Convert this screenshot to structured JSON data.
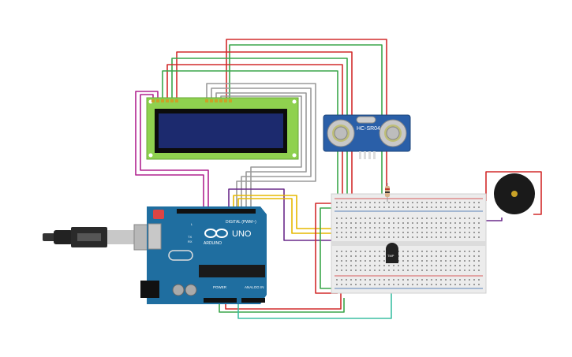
{
  "arduino": {
    "brand": "ARDUINO",
    "model": "UNO",
    "digital_header": "DIGITAL (PWM~)",
    "power_header": "POWER",
    "analog_header": "ANALOG IN",
    "led_tx": "TX",
    "led_rx": "RX",
    "led_l": "L"
  },
  "ultrasonic": {
    "label": "HC-SR04"
  },
  "temp_sensor": {
    "label": "TMP"
  },
  "colors": {
    "wire_red": "#d22b2b",
    "wire_green": "#3aa64a",
    "wire_gray": "#9a9a9a",
    "wire_magenta": "#b0238f",
    "wire_purple": "#6a2a8a",
    "wire_yellow": "#e6b800",
    "wire_teal": "#3dbfa3",
    "board_blue": "#1f6ea0",
    "lcd_green": "#8fd14f",
    "lcd_screen": "#1c2a6e",
    "sensor_blue": "#2a5fa8",
    "breadboard": "#ececec"
  }
}
